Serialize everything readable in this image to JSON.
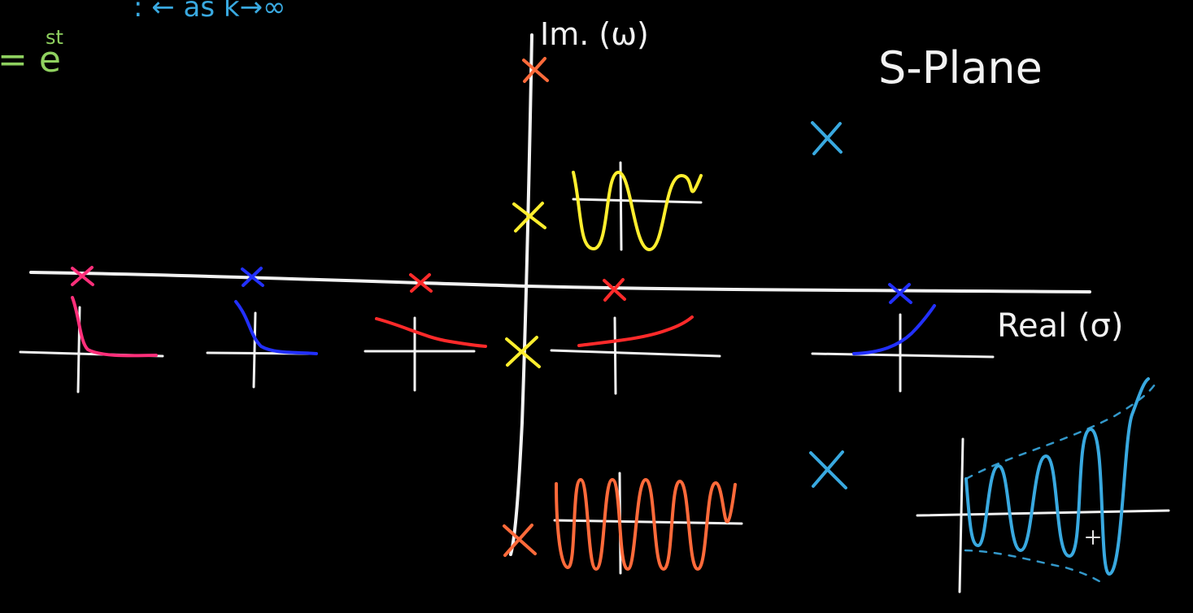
{
  "text": {
    "top_formula": "= e",
    "top_formula_exponent": "st",
    "top_note": ": ← as  k→∞",
    "imag_axis_label": "Im. (ω)",
    "real_axis_label": "Real (σ)",
    "plane_title": "S-Plane"
  },
  "colors": {
    "background": "#000000",
    "chalk_white": "#f2f2f2",
    "orange": "#ff6a3a",
    "yellow": "#ffee2e",
    "red": "#ff2a2a",
    "magenta": "#ff2f7a",
    "blue": "#2230ff",
    "cyan": "#39a9e0",
    "green": "#8fd15f"
  }
}
